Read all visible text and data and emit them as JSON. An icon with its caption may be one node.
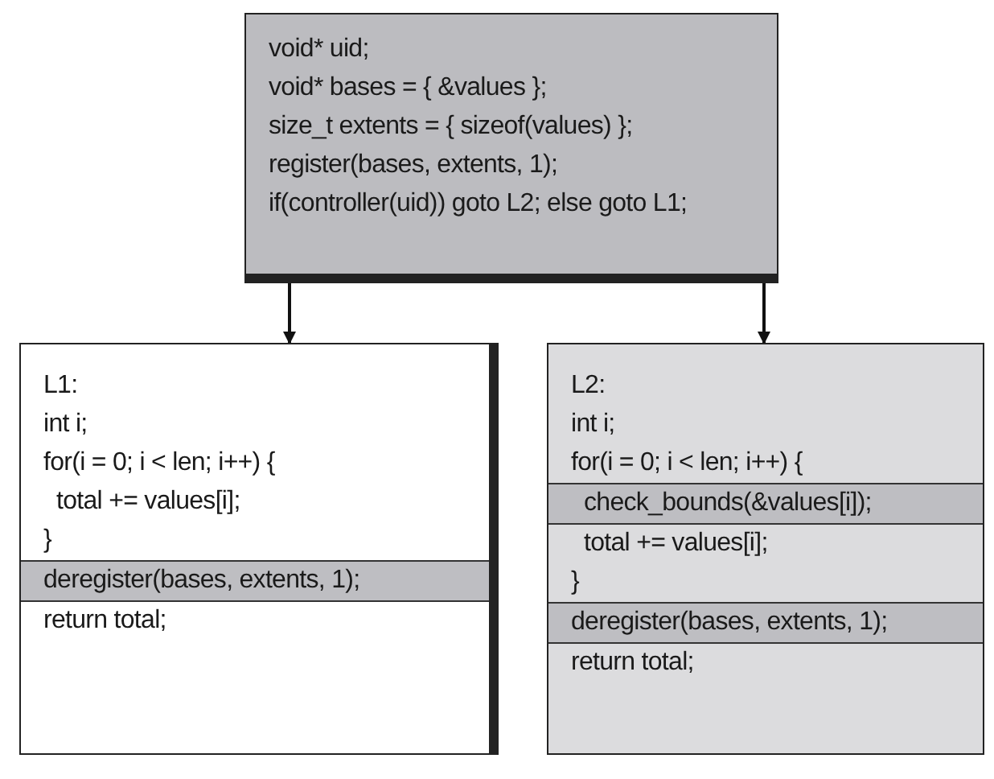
{
  "diagram": {
    "nodes": [
      {
        "text": [
          "void* uid;",
          "void* bases = { &values };",
          "size_t extents = { sizeof(values) };",
          "register(bases, extents, 1);",
          "if(controller(uid)) goto L2; else goto L1;"
        ]
      },
      {
        "text": [
          "L1:",
          "int i;",
          "for(i = 0; i < len; i++) {",
          "total += values[i];",
          "}",
          "return total;"
        ]
      },
      {
        "text": [
          "L2:",
          "int i;",
          "for(i = 0; i < len; i++) {",
          "total += values[i];",
          "}",
          "return total;"
        ]
      },
      {
        "text": [
          "deregister(bases, extents, 1);"
        ],
        "in": 1
      },
      {
        "text": [
          "check_bounds(&values[i]);"
        ],
        "in": 2
      },
      {
        "text": [
          "deregister(bases, extents, 1);"
        ],
        "in": 2
      }
    ],
    "edges": [
      {
        "from": 0,
        "to": 1,
        "arrow": "to"
      },
      {
        "from": 0,
        "to": 2,
        "arrow": "to"
      }
    ]
  }
}
